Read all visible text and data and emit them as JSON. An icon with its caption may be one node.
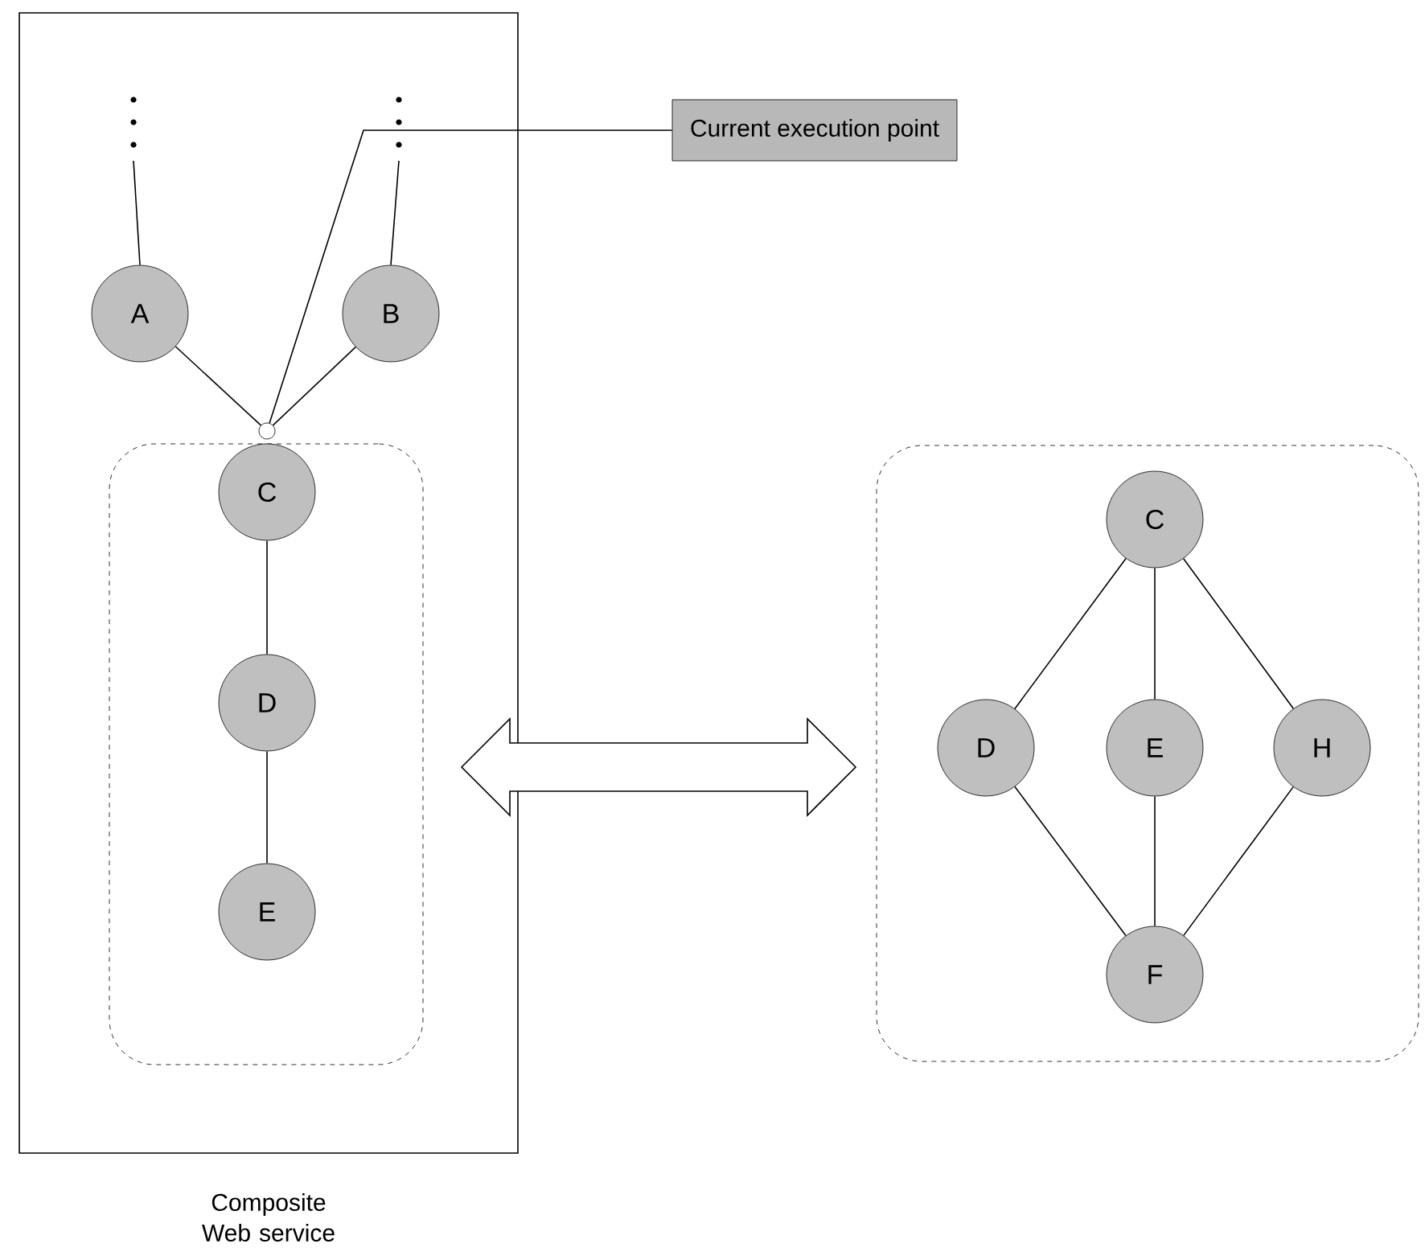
{
  "diagram": {
    "nodes": [
      {
        "text": [
          "Composite Web service"
        ]
      },
      {
        "text": [],
        "shape": "box",
        "in": 0
      },
      {
        "text": [
          "A"
        ],
        "in": 0
      },
      {
        "text": [
          "B"
        ],
        "in": 0
      },
      {
        "text": [],
        "shape": "circle",
        "in": 0
      },
      {
        "text": [
          "C"
        ],
        "in": 1
      },
      {
        "text": [
          "D"
        ],
        "in": 1
      },
      {
        "text": [
          "E"
        ],
        "in": 1
      },
      {
        "text": [
          "Current execution point"
        ]
      },
      {
        "text": [],
        "shape": "box"
      },
      {
        "text": [
          "C"
        ],
        "in": 9
      },
      {
        "text": [
          "D"
        ],
        "in": 9
      },
      {
        "text": [
          "E"
        ],
        "in": 9
      },
      {
        "text": [
          "H"
        ],
        "in": 9
      },
      {
        "text": [
          "F"
        ],
        "in": 9
      }
    ],
    "edges": [
      {
        "from": null,
        "to": 2,
        "arrow": "none"
      },
      {
        "from": null,
        "to": 3,
        "arrow": "none"
      },
      {
        "from": 2,
        "to": 4,
        "arrow": "none"
      },
      {
        "from": 3,
        "to": 4,
        "arrow": "none"
      },
      {
        "from": 5,
        "to": 6,
        "arrow": "none"
      },
      {
        "from": 6,
        "to": 7,
        "arrow": "none"
      },
      {
        "from": 8,
        "to": 4,
        "arrow": "none"
      },
      {
        "from": 1,
        "to": 9,
        "arrow": "both",
        "style": "thick"
      },
      {
        "from": 10,
        "to": 11,
        "arrow": "none"
      },
      {
        "from": 10,
        "to": 12,
        "arrow": "none"
      },
      {
        "from": 10,
        "to": 13,
        "arrow": "none"
      },
      {
        "from": 11,
        "to": 14,
        "arrow": "none"
      },
      {
        "from": 12,
        "to": 14,
        "arrow": "none"
      },
      {
        "from": 13,
        "to": 14,
        "arrow": "none"
      }
    ]
  }
}
